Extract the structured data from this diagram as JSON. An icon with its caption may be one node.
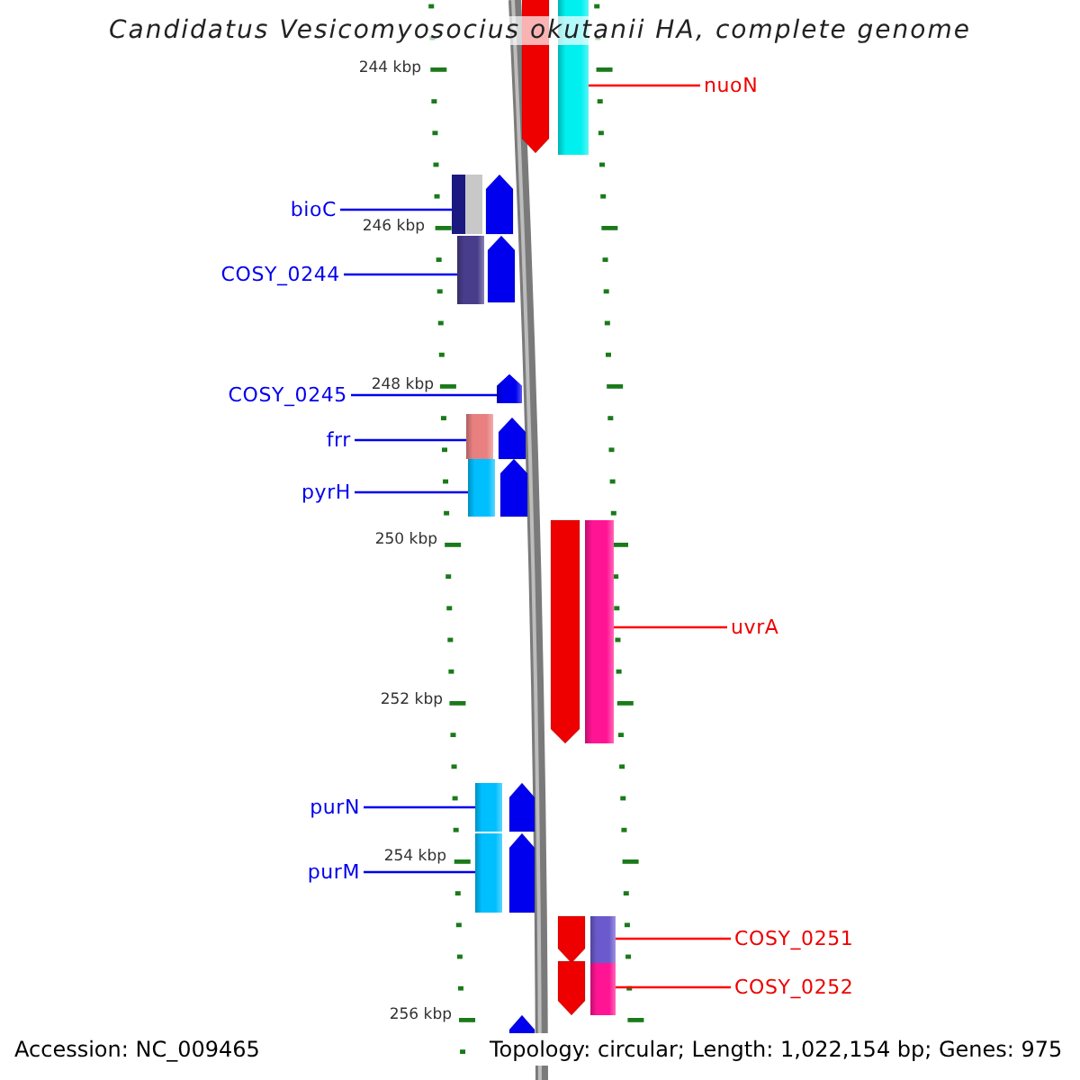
{
  "diagram": {
    "title": "Candidatus Vesicomyosocius okutanii HA, complete genome",
    "nodes": [
      {
        "text": [
          "nuoN"
        ]
      },
      {
        "text": [
          "bioC"
        ]
      },
      {
        "text": [
          "COSY_0244"
        ]
      },
      {
        "text": [
          "COSY_0245"
        ]
      },
      {
        "text": [
          "frr"
        ]
      },
      {
        "text": [
          "pyrH"
        ]
      },
      {
        "text": [
          "uvrA"
        ]
      },
      {
        "text": [
          "purN"
        ]
      },
      {
        "text": [
          "purM"
        ]
      },
      {
        "text": [
          "COSY_0251"
        ]
      },
      {
        "text": [
          "COSY_0252"
        ]
      },
      {
        "text": [],
        "shape": "bar"
      },
      {
        "text": [],
        "shape": "bar"
      },
      {
        "text": [],
        "shape": "bar"
      },
      {
        "text": [],
        "shape": "bar"
      },
      {
        "text": [],
        "shape": "bar"
      },
      {
        "text": [],
        "shape": "bar"
      },
      {
        "text": [],
        "shape": "bar"
      },
      {
        "text": [],
        "shape": "bar"
      },
      {
        "text": [],
        "shape": "bar"
      },
      {
        "text": [],
        "shape": "bar"
      },
      {
        "text": [],
        "shape": "bar"
      }
    ],
    "edges": [
      {
        "from": 0,
        "to": 11,
        "arrow": "none",
        "color": "#ff0000"
      },
      {
        "from": 1,
        "to": 12,
        "arrow": "none"
      },
      {
        "from": 2,
        "to": 13,
        "arrow": "none"
      },
      {
        "from": 3,
        "to": 14,
        "arrow": "none"
      },
      {
        "from": 4,
        "to": 15,
        "arrow": "none"
      },
      {
        "from": 5,
        "to": 16,
        "arrow": "none"
      },
      {
        "from": 6,
        "to": 17,
        "arrow": "none",
        "color": "#ff0000"
      },
      {
        "from": 7,
        "to": 18,
        "arrow": "none"
      },
      {
        "from": 8,
        "to": 19,
        "arrow": "none"
      },
      {
        "from": 9,
        "to": 20,
        "arrow": "none",
        "color": "#ff0000"
      },
      {
        "from": 10,
        "to": 21,
        "arrow": "none",
        "color": "#ff0000"
      }
    ],
    "labels": [
      "244 kbp",
      "246 kbp",
      "248 kbp",
      "250 kbp",
      "252 kbp",
      "254 kbp",
      "256 kbp",
      "Accession: NC_009465",
      "Topology: circular; Length: 1,022,154 bp; Genes: 975"
    ]
  }
}
